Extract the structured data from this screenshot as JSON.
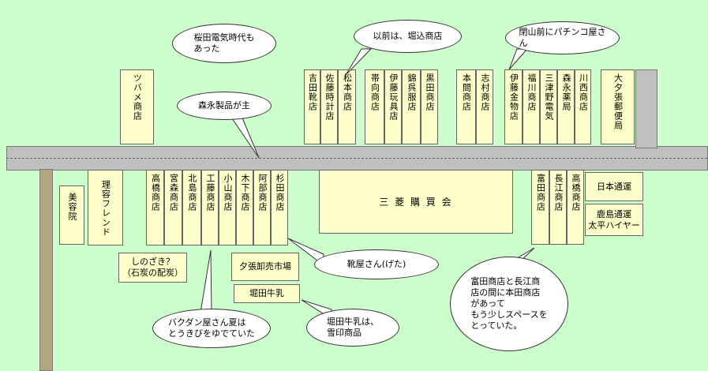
{
  "shops": {
    "tsubame": "ツバメ商店",
    "yoshida": "吉田靴店",
    "sato": "佐藤時計店",
    "matsumoto": "松本商店",
    "obimukai": "帯向商店",
    "ito_gangu": "伊藤玩具店",
    "nishikiya": "錦呉服店",
    "kuroda": "黒田商店",
    "honma": "本間商店",
    "shimura": "志村商店",
    "ito_kanamono": "伊藤金物店",
    "fukukawa": "福川商店",
    "mitsuno": "三津野電気",
    "morinaga_yakkyoku": "森永薬局",
    "kawanishi": "川西商店",
    "post_office": "大夕張郵便局",
    "biyoin": "美容院",
    "riyo_friend": "理容フレンド",
    "takahashi_left": "高橋商店",
    "miyamori": "宮森商店",
    "kitajima": "北島商店",
    "kudo": "工藤商店",
    "koyama": "小山商店",
    "kinoshita": "木下商店",
    "abe": "阿部商店",
    "sugita": "杉田商店",
    "mitsubishi": "三 菱 購 買 会",
    "tomita": "富田商店",
    "nagae": "長江商店",
    "takahashi_right": "高橋商店",
    "nippon_tsuun": "日本通運",
    "kashima_tsuun": "鹿島通運\n太平ハイヤー",
    "shinozaki": "しのざき？\n（石炭の配炭）",
    "oroshiuri": "夕張卸売市場",
    "horita_gyunyu": "堀田牛乳"
  },
  "bubbles": {
    "sakurada": "桜田電気時代も\nあった",
    "horikomi": "以前は、堀込商店",
    "pachinko": "閉山前にパチンコ屋さ\nん",
    "morinaga": "森永製品が主",
    "kutsuya": "靴屋さん(げた)",
    "honda": "富田商店と長江商\n店の間に本田商店\nがあって\nもう少しスペースを\nとっていた。",
    "bakudan": "バクダン屋さん夏は\nとうきびをゆでていた",
    "yukijirushi": "堀田牛乳は、\n雪印商品"
  },
  "colors": {
    "background": "#ccffcc",
    "shop_fill": "#ffffcc",
    "road": "#c0c0c0",
    "side_road": "#b3a782"
  }
}
